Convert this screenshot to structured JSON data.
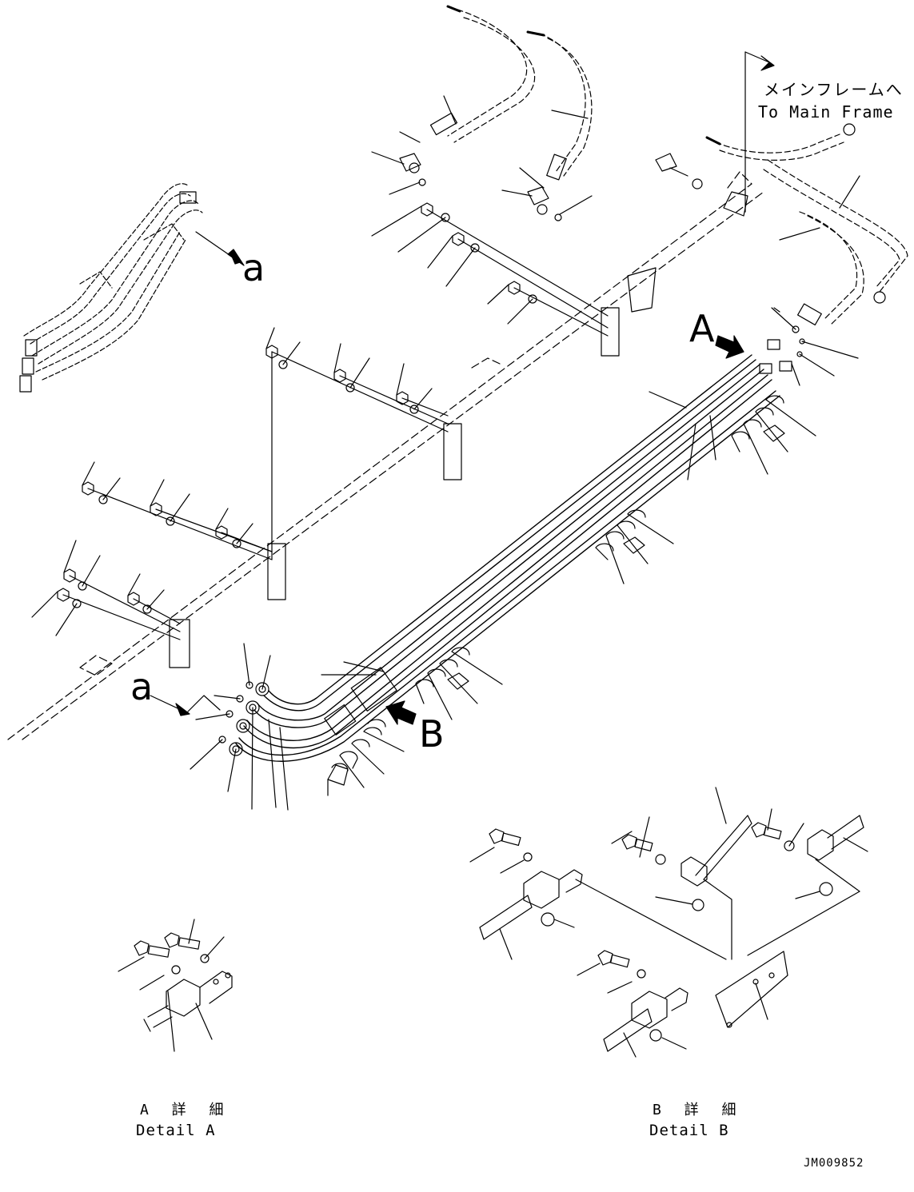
{
  "drawing": {
    "destination": {
      "label_jp": "メインフレームへ",
      "label_en": "To Main Frame"
    },
    "view_markers": {
      "a_top": "a",
      "a_bottom": "a",
      "A": "A",
      "B": "B"
    },
    "details": {
      "A": {
        "label_jp": "A 詳 細",
        "label_en": "Detail A"
      },
      "B": {
        "label_jp": "B 詳 細",
        "label_en": "Detail B"
      }
    },
    "drawing_number": "JM009852"
  },
  "colors": {
    "ink": "#000000",
    "paper": "#ffffff"
  }
}
